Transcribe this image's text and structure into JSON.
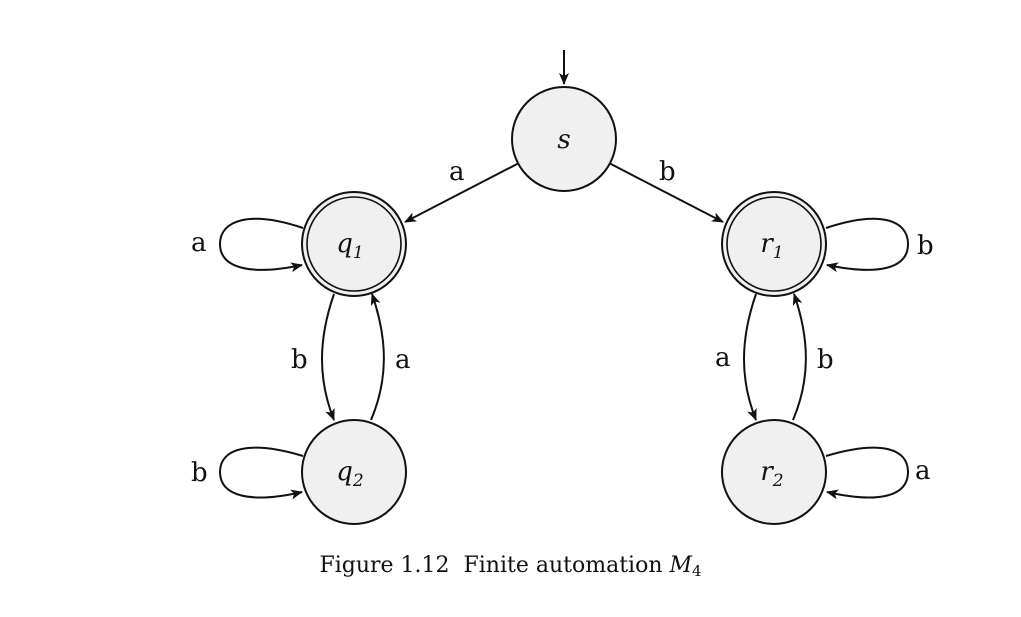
{
  "states": {
    "s": {
      "name": "s",
      "subscript": "",
      "accept": false,
      "start": true
    },
    "q1": {
      "name": "q",
      "subscript": "1",
      "accept": true,
      "start": false
    },
    "q2": {
      "name": "q",
      "subscript": "2",
      "accept": false,
      "start": false
    },
    "r1": {
      "name": "r",
      "subscript": "1",
      "accept": true,
      "start": false
    },
    "r2": {
      "name": "r",
      "subscript": "2",
      "accept": false,
      "start": false
    }
  },
  "transitions": {
    "s_q1": {
      "from": "s",
      "to": "q1",
      "symbol": "a"
    },
    "s_r1": {
      "from": "s",
      "to": "r1",
      "symbol": "b"
    },
    "q1_q1": {
      "from": "q1",
      "to": "q1",
      "symbol": "a"
    },
    "q1_q2": {
      "from": "q1",
      "to": "q2",
      "symbol": "b"
    },
    "q2_q1": {
      "from": "q2",
      "to": "q1",
      "symbol": "a"
    },
    "q2_q2": {
      "from": "q2",
      "to": "q2",
      "symbol": "b"
    },
    "r1_r1": {
      "from": "r1",
      "to": "r1",
      "symbol": "b"
    },
    "r1_r2": {
      "from": "r1",
      "to": "r2",
      "symbol": "a"
    },
    "r2_r1": {
      "from": "r2",
      "to": "r1",
      "symbol": "b"
    },
    "r2_r2": {
      "from": "r2",
      "to": "r2",
      "symbol": "a"
    }
  },
  "caption": {
    "prefix": "Figure 1.12  Finite automation ",
    "machine": "M",
    "machine_subscript": "4"
  }
}
